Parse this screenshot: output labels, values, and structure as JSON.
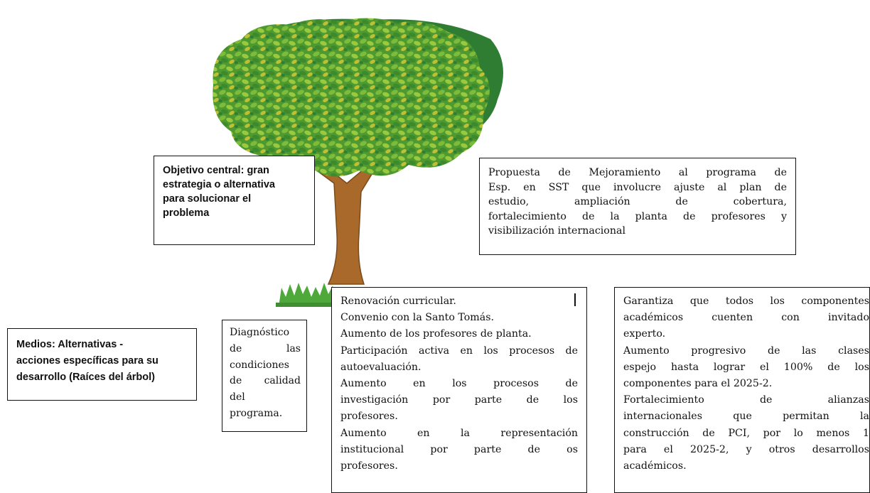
{
  "colors": {
    "canopy_dark": "#2f7d33",
    "canopy_mid": "#5a9e32",
    "canopy_light": "#8cc23c",
    "leaf_yellow": "#c9c22e",
    "trunk": "#a8692a",
    "trunk_dark": "#7a4a1c",
    "grass": "#4fa83a",
    "border": "#111111"
  },
  "icons": [
    "tree-illustration",
    "grass-icon"
  ],
  "objective_label": {
    "lines": [
      "Objetivo central: gran",
      "estrategia o alternativa",
      "para solucionar el",
      "problema"
    ]
  },
  "objective_text": {
    "lines": [
      "Propuesta de Mejoramiento al programa de",
      "Esp. en SST que involucre ajuste al plan de",
      "estudio, ampliación de cobertura,",
      "fortalecimiento de la planta de profesores y",
      "visibilización internacional"
    ]
  },
  "means_label": {
    "lines": [
      "Medios: Alternativas -",
      "acciones específicas para su",
      "desarrollo (Raíces del árbol)"
    ]
  },
  "diagnosis": {
    "lines": [
      "Diagnóstico",
      "de las",
      "condiciones",
      "de calidad",
      "del",
      "programa."
    ]
  },
  "actions_center": {
    "lines": [
      "Renovación curricular.",
      "Convenio con la Santo Tomás.",
      "Aumento de los profesores de planta.",
      "Participación activa en los procesos de",
      "autoevaluación.",
      "Aumento en los procesos de",
      "investigación por parte de los",
      "profesores.",
      "Aumento en la representación",
      "institucional por parte de os",
      "profesores."
    ]
  },
  "actions_right": {
    "lines": [
      "Garantiza que todos los componentes",
      "académicos cuenten con invitado",
      "experto.",
      "Aumento progresivo de las clases",
      "espejo hasta lograr el 100% de los",
      "componentes para el 2025-2.",
      "Fortalecimiento de alianzas",
      "internacionales que permitan la",
      "construcción de PCI, por lo menos 1",
      "para el 2025-2, y otros desarrollos",
      "académicos."
    ]
  }
}
